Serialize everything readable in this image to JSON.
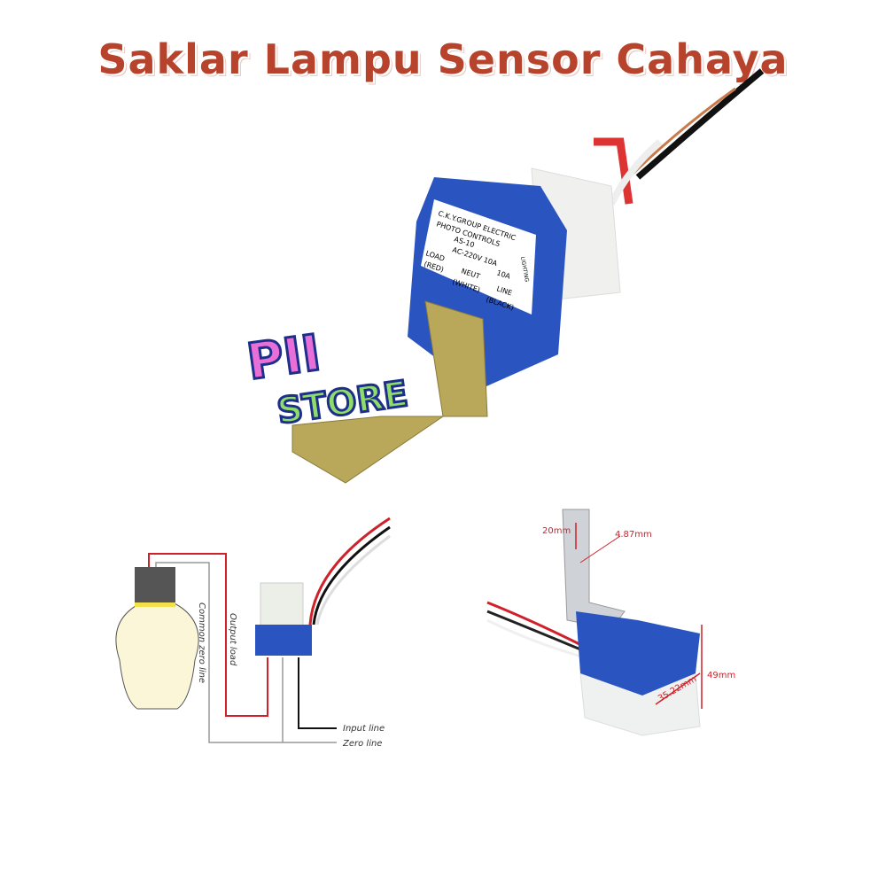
{
  "title": "Saklar Lampu Sensor Cahaya",
  "logo": {
    "line1": "PII",
    "line2": "STORE"
  },
  "product_label": {
    "line1": "C.K.Y.GROUP ELECTRIC",
    "line2": "PHOTO CONTROLS",
    "line3": "AS-10",
    "line4": "AC-220V  10A",
    "line5": "10A",
    "load": "LOAD",
    "load_color": "(RED)",
    "neut": "NEUT",
    "neut_color": "(WHITE)",
    "line": "LINE",
    "line_color": "(BLACK)",
    "lighting": "LIGHTING"
  },
  "wiring": {
    "common_zero": "Common zero line",
    "output_load": "Output load",
    "input_line": "Input line",
    "zero_line": "Zero line"
  },
  "dimensions": {
    "a": "20mm",
    "b": "4.87mm",
    "c": "35.22mm",
    "d": "49mm"
  },
  "colors": {
    "title": "#b8432c",
    "blue": "#2a55c0",
    "red_wire": "#d0202a"
  }
}
